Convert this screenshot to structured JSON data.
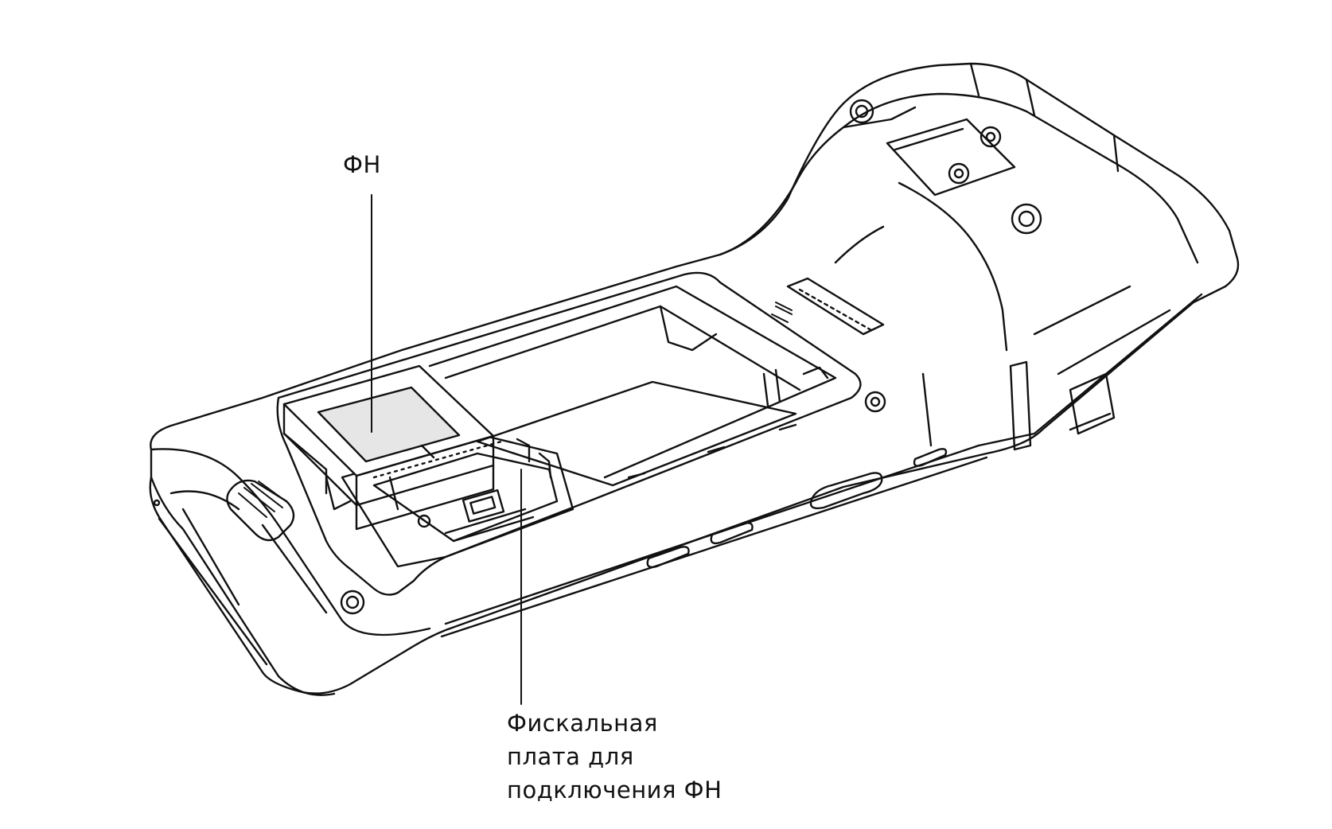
{
  "labels": {
    "fn": "ФН",
    "board_line1": "Фискальная",
    "board_line2": "плата для",
    "board_line3": "подключения ФН"
  },
  "colors": {
    "stroke": "#111111",
    "module_fill": "#e6e6e6",
    "background": "#ffffff"
  }
}
